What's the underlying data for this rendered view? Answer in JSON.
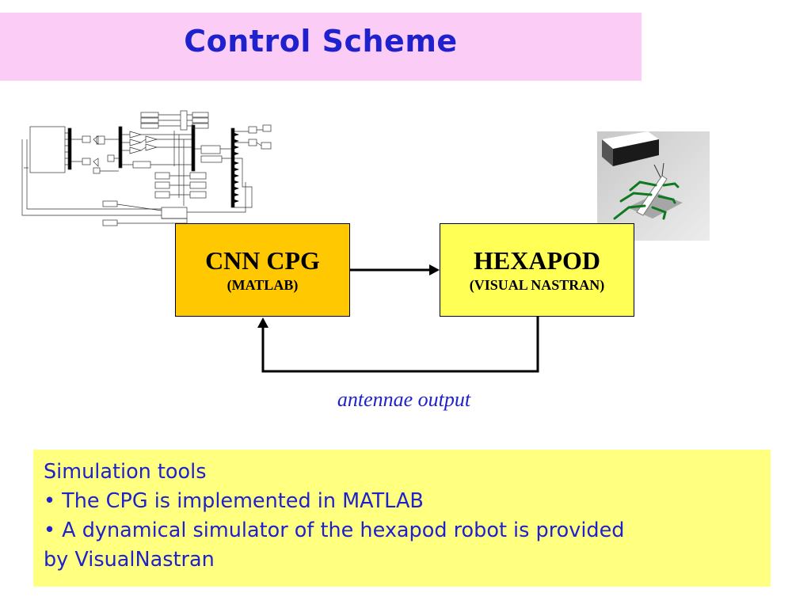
{
  "title": "Control Scheme",
  "blocks": {
    "cpg": {
      "label": "CNN CPG",
      "sub": "(MATLAB)"
    },
    "hexapod": {
      "label": "HEXAPOD",
      "sub": "(VISUAL NASTRAN)"
    }
  },
  "feedback_label": "antennae output",
  "notes": {
    "heading": "Simulation tools",
    "bullets": [
      "• The CPG is implemented in MATLAB",
      "• A dynamical simulator of the hexapod robot is provided",
      "by VisualNastran"
    ]
  },
  "colors": {
    "title_bg": "#fbcdf6",
    "title_text": "#1f22cc",
    "cpg_box": "#ffc800",
    "hexapod_box": "#ffff55",
    "notes_bg": "#ffff80",
    "notes_text": "#1f22cc"
  }
}
